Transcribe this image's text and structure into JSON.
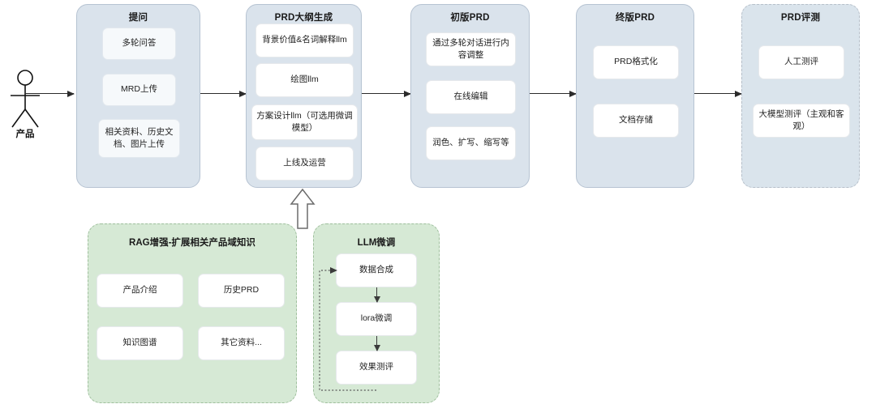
{
  "actor": {
    "label": "产品",
    "icon": "stick-figure-icon"
  },
  "colors": {
    "stage_fill": "#dae3ec",
    "stage_border": "#b6c3d2",
    "card_fill": "#f6f9fb",
    "green_fill": "#d6e9d5",
    "green_border": "#9fbf9d",
    "arrow": "#2b2b2b"
  },
  "stages": [
    {
      "id": "stage-ask",
      "title": "提问",
      "dashed": false,
      "cards": [
        "多轮问答",
        "MRD上传",
        "相关资料、历史文档、图片上传"
      ]
    },
    {
      "id": "stage-prd-outline",
      "title": "PRD大纲生成",
      "dashed": false,
      "cards": [
        "背景价值&名词解释llm",
        "绘图llm",
        "方案设计llm（可选用微调模型）",
        "上线及运营"
      ]
    },
    {
      "id": "stage-draft-prd",
      "title": "初版PRD",
      "dashed": false,
      "cards": [
        "通过多轮对话进行内容调整",
        "在线编辑",
        "润色、扩写、缩写等"
      ]
    },
    {
      "id": "stage-final-prd",
      "title": "终版PRD",
      "dashed": false,
      "cards": [
        "PRD格式化",
        "文档存储"
      ]
    },
    {
      "id": "stage-prd-eval",
      "title": "PRD评测",
      "dashed": true,
      "cards": [
        "人工测评",
        "大模型测评（主观和客观）"
      ]
    }
  ],
  "support": [
    {
      "id": "rag-box",
      "title": "RAG增强-扩展相关产品域知识",
      "cards": [
        "产品介绍",
        "历史PRD",
        "知识图谱",
        "其它资料..."
      ]
    },
    {
      "id": "llm-finetune-box",
      "title": "LLM微调",
      "cards": [
        "数据合成",
        "lora微调",
        "效果测评"
      ]
    }
  ],
  "connectors": {
    "actor_to_stage1": "arrow-right",
    "stage1_to_stage2": "arrow-right",
    "stage2_to_stage3": "arrow-right",
    "stage3_to_stage4": "arrow-right",
    "stage4_to_stage5": "arrow-right",
    "support_to_stage2": "block-arrow-up",
    "finetune_step1_to_step2": "arrow-down",
    "finetune_step2_to_step3": "arrow-down",
    "finetune_loop_back": "dotted-loop-arrow"
  }
}
